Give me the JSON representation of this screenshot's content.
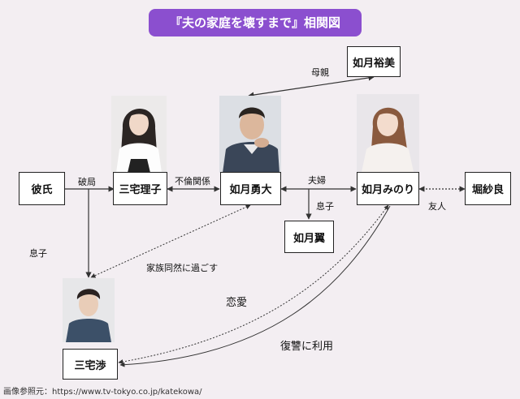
{
  "title": "『夫の家庭を壊すまで』相関図",
  "people": {
    "kareshi": "彼氏",
    "miyake_riko": "三宅理子",
    "nyoigetsu_yuta": "如月勇大",
    "nyoigetsu_minori": "如月みのり",
    "hori_sara": "堀紗良",
    "nyoigetsu_hiromi": "如月裕美",
    "nyoigetsu_tsubasa": "如月翼",
    "miyake_wataru": "三宅渉"
  },
  "relations": {
    "breakup": "破局",
    "affair": "不倫関係",
    "couple": "夫婦",
    "mother": "母親",
    "son_tsubasa": "息子",
    "son_wataru": "息子",
    "friend": "友人",
    "family_like": "家族同然に過ごす",
    "romance": "恋愛",
    "revenge": "復讐に利用"
  },
  "credit": "画像参照元：https://www.tv-tokyo.co.jp/katekowa/"
}
